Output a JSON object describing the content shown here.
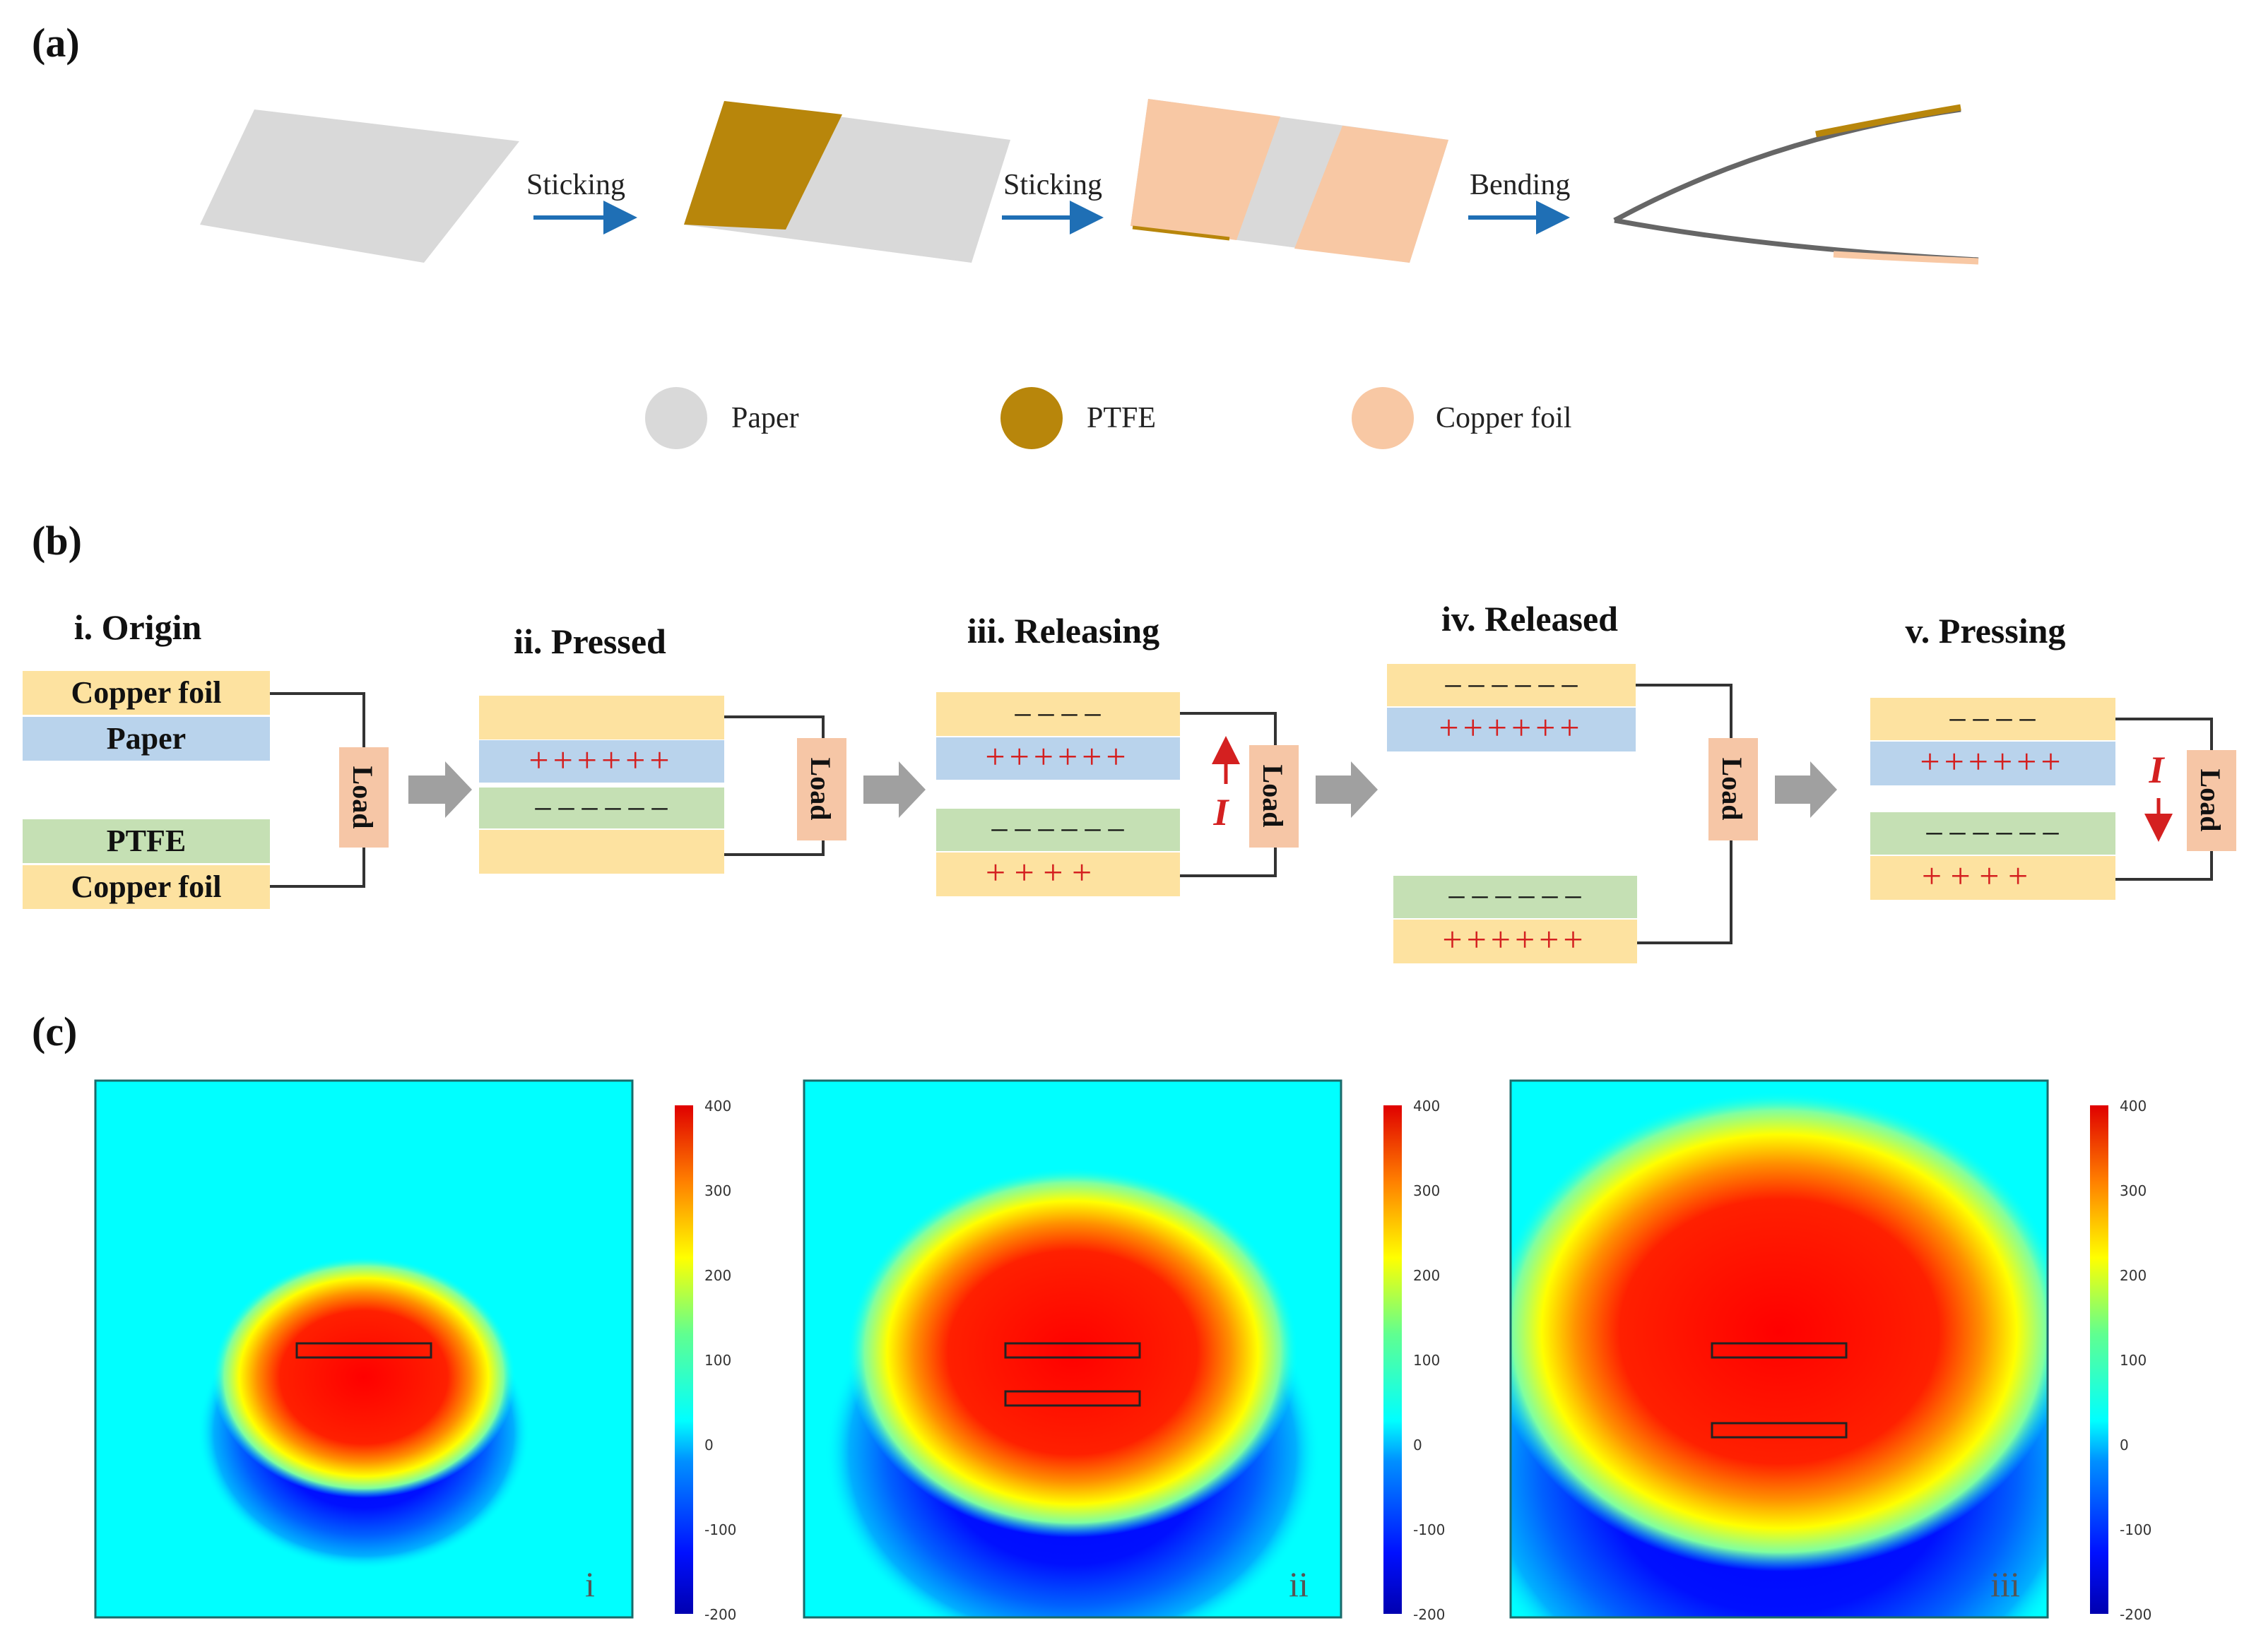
{
  "panel_a": {
    "label": "(a)",
    "steps": [
      "Sticking",
      "Sticking",
      "Bending"
    ],
    "legend": [
      {
        "name": "Paper",
        "color": "#d9d9d9"
      },
      {
        "name": "PTFE",
        "color": "#b8860b"
      },
      {
        "name": "Copper foil",
        "color": "#f8c8a4"
      }
    ]
  },
  "panel_b": {
    "label": "(b)",
    "stages": [
      "i. Origin",
      "ii. Pressed",
      "iii. Releasing",
      "iv. Released",
      "v. Pressing"
    ],
    "layers": {
      "copper": "Copper foil",
      "paper": "Paper",
      "ptfe": "PTFE"
    },
    "load": "Load",
    "current": "I",
    "plus_six": "++++++",
    "plus_four": "+ + + +",
    "minus_six": "– – – – – –",
    "minus_four": "– – – –"
  },
  "panel_c": {
    "label": "(c)",
    "colorbar_ticks": [
      "400",
      "300",
      "200",
      "100",
      "0",
      "-100",
      "-200"
    ],
    "plots": [
      {
        "tag": "i",
        "field_strength": 0.35
      },
      {
        "tag": "ii",
        "field_strength": 0.7
      },
      {
        "tag": "iii",
        "field_strength": 1.0
      }
    ]
  },
  "colors": {
    "paper": "#d9d9d9",
    "ptfe": "#b8860b",
    "copper": "#f8c8a4",
    "layer_copper": "#fde2a0",
    "layer_paper": "#b9d3ec",
    "layer_ptfe": "#c5e0b4",
    "load": "#f6c6a6",
    "arrow_blue": "#1f6fb5",
    "arrow_gray": "#a0a0a0",
    "charge_red": "#d42020"
  }
}
